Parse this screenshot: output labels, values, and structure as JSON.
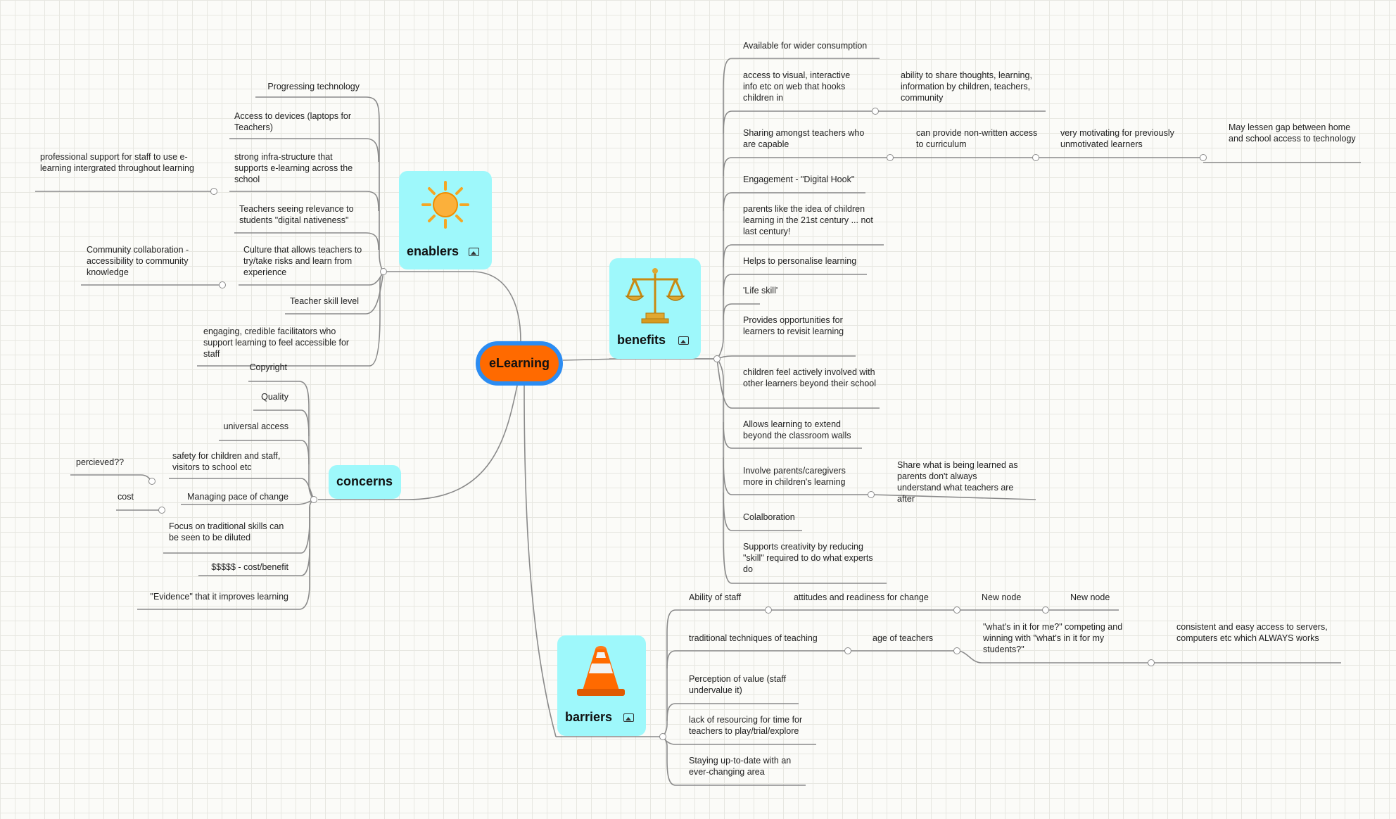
{
  "root": "eLearning",
  "topics": {
    "enablers": "enablers",
    "benefits": "benefits",
    "concerns": "concerns",
    "barriers": "barriers"
  },
  "enablers": {
    "progressing_technology": "Progressing technology",
    "access_devices": "Access to devices (laptops for Teachers)",
    "infrastructure": "strong infra-structure that supports e-learning across the school",
    "professional_support": "professional support for staff to use e-learning intergrated throughout learning",
    "relevance": "Teachers seeing relevance to students \"digital nativeness\"",
    "culture": "Culture that allows teachers to try/take risks and learn from experience",
    "community": "Community collaboration - accessibility to community knowledge",
    "skill_level": "Teacher skill level",
    "facilitators": "engaging, credible facilitators who support learning to feel accessible for staff"
  },
  "concerns": {
    "copyright": "Copyright",
    "quality": "Quality",
    "universal_access": "universal access",
    "safety": "safety for children and staff, visitors to school etc",
    "percieved": "percieved??",
    "pace": "Managing pace of change",
    "cost": "cost",
    "traditional": "Focus on traditional skills can be seen to be diluted",
    "cost_benefit": "$$$$$ - cost/benefit",
    "evidence": "\"Evidence\" that it improves learning"
  },
  "benefits": {
    "wider": "Available for wider consumption",
    "visual": "access to visual, interactive info etc on web that hooks children in",
    "share_thoughts": "ability to share thoughts, learning, information by children, teachers, community",
    "sharing_teachers": "Sharing amongst teachers who are capable",
    "non_written": "can provide non-written access to curriculum",
    "motivating": "very motivating for previously unmotivated learners",
    "lessen_gap": "May lessen gap between home and school access to technology",
    "engagement": "Engagement - \"Digital Hook\"",
    "parents_idea": "parents like the idea of children learning in the 21st century ... not last century!",
    "personalise": "Helps to personalise learning",
    "life_skill": "'Life skill'",
    "revisit": "Provides opportunities for learners to revisit learning",
    "involved": "children feel actively involved with other learners beyond their school",
    "extend": "Allows learning to extend beyond the classroom walls",
    "parents_more": "Involve parents/caregivers more in children's learning",
    "share_learned": "Share what is being learned as parents don't always understand what teachers are after",
    "collaboration": "Colalboration",
    "creativity": "Supports creativity by reducing \"skill\" required to do what experts do"
  },
  "barriers": {
    "ability": "Ability of staff",
    "attitudes": "attitudes and readiness for change",
    "new_node_1": "New node",
    "new_node_2": "New node",
    "traditional_teaching": "traditional techniques of teaching",
    "age": "age of teachers",
    "whats_in_it": "\"what's in it for me?\" competing and winning with \"what's in it for my students?\"",
    "access_servers": "consistent and easy access to servers, computers etc which ALWAYS works",
    "perception": "Perception of value (staff undervalue it)",
    "resourcing": "lack of resourcing for time for teachers to play/trial/explore",
    "up_to_date": "Staying up-to-date with an ever-changing area"
  },
  "icons": {
    "enablers": "sun-icon",
    "benefits": "scales-icon",
    "barriers": "traffic-cone-icon",
    "image_attachment": "image-icon"
  },
  "colors": {
    "root_fill": "#ff6a00",
    "root_border": "#2b8cf2",
    "topic_fill": "#9ef8fb",
    "connector": "#8a8a8a"
  }
}
